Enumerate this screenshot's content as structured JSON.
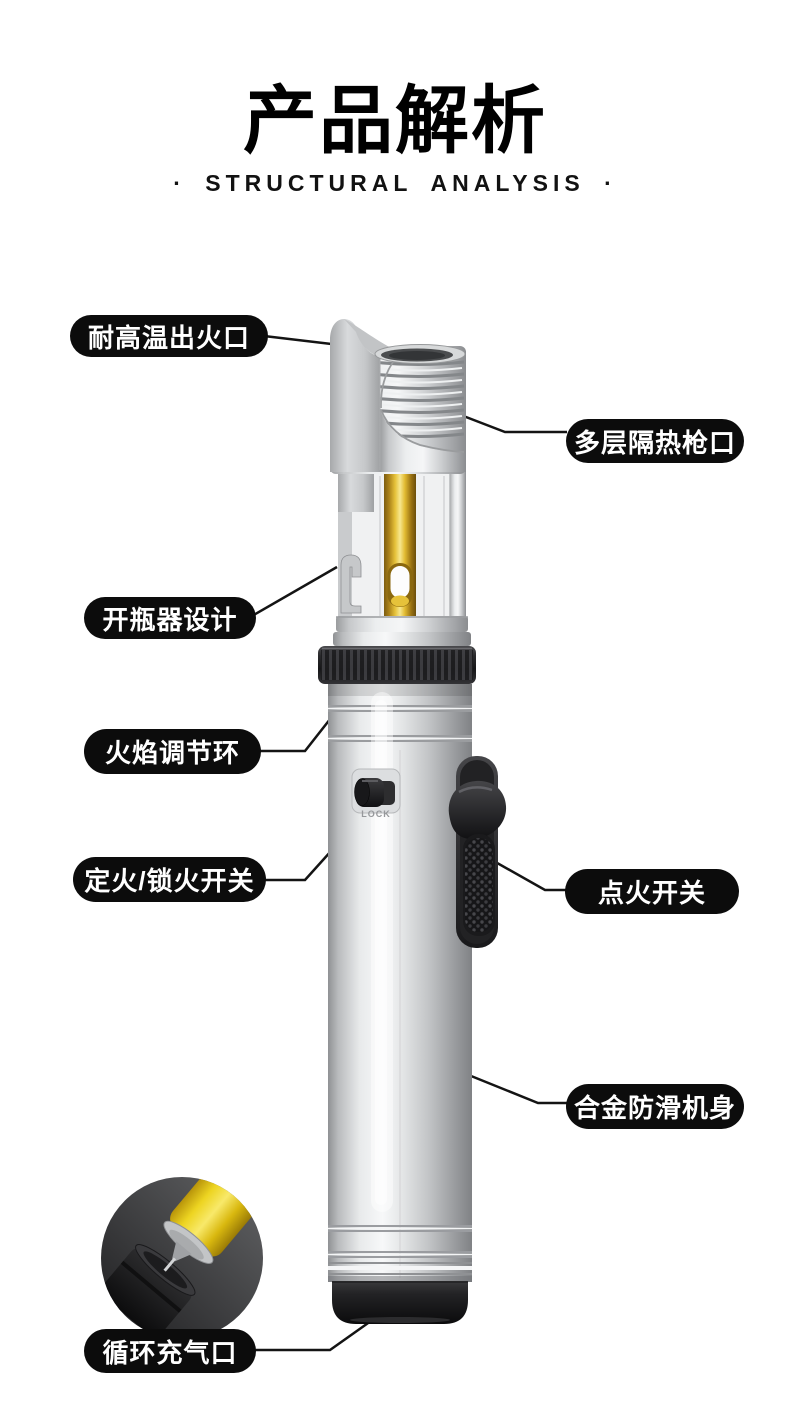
{
  "header": {
    "title": "产品解析",
    "subtitle": "· STRUCTURAL ANALYSIS ·"
  },
  "product": {
    "lock_text": "LOCK"
  },
  "callouts": [
    {
      "label": "耐高温出火口",
      "side": "left",
      "target": "flame-outlet"
    },
    {
      "label": "多层隔热枪口",
      "side": "right",
      "target": "insulated-muzzle"
    },
    {
      "label": "开瓶器设计",
      "side": "left",
      "target": "bottle-opener"
    },
    {
      "label": "火焰调节环",
      "side": "left",
      "target": "flame-adjust-ring"
    },
    {
      "label": "定火/锁火开关",
      "side": "left",
      "target": "lock-switch"
    },
    {
      "label": "点火开关",
      "side": "right",
      "target": "ignition-trigger"
    },
    {
      "label": "合金防滑机身",
      "side": "right",
      "target": "alloy-body"
    },
    {
      "label": "循环充气口",
      "side": "left",
      "target": "refill-port"
    }
  ],
  "colors": {
    "label_bg": "#0c0c0c",
    "label_text": "#ffffff",
    "callout_line": "#141414",
    "burner_gold": "#e6c23a",
    "can_yellow": "#f2d823",
    "body_silver": "#d8dadb"
  }
}
